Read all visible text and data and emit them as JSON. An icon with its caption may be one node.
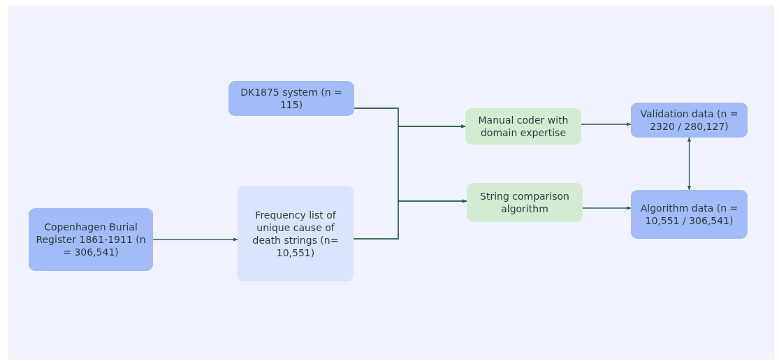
{
  "diagram": {
    "nodes": [
      {
        "text": [
          "Copenhagen Burial Register 1861-1911 (n = 306,541)"
        ]
      },
      {
        "text": [
          "DK1875 system (n = 115)"
        ]
      },
      {
        "text": [
          "Frequency list of unique cause of death strings (n= 10,551)"
        ]
      },
      {
        "text": [
          "Manual coder with domain expertise"
        ]
      },
      {
        "text": [
          "String comparison algorithm"
        ]
      },
      {
        "text": [
          "Validation data (n = 2320 / 280,127)"
        ]
      },
      {
        "text": [
          "Algorithm data (n = 10,551 / 306,541)"
        ]
      }
    ],
    "edges": [
      {
        "from": 0,
        "to": 2,
        "arrow": "to"
      },
      {
        "from": 1,
        "to": 3,
        "arrow": "to"
      },
      {
        "from": 1,
        "to": 4,
        "arrow": "to"
      },
      {
        "from": 2,
        "to": 3,
        "arrow": "to"
      },
      {
        "from": 2,
        "to": 4,
        "arrow": "to"
      },
      {
        "from": 3,
        "to": 5,
        "arrow": "to"
      },
      {
        "from": 4,
        "to": 6,
        "arrow": "to"
      },
      {
        "from": 5,
        "to": 6,
        "arrow": "both"
      }
    ]
  }
}
